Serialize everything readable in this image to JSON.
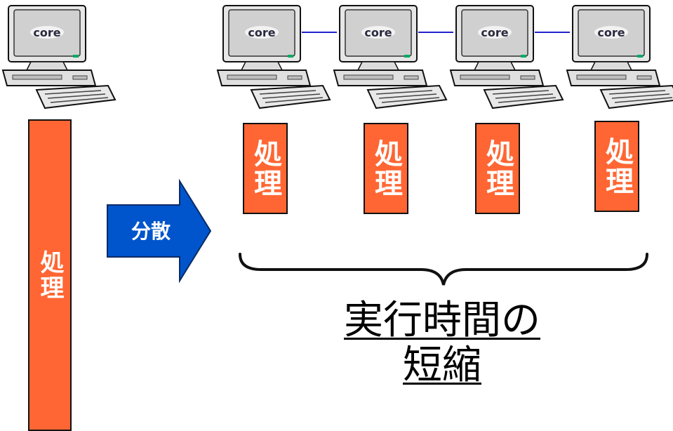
{
  "computer": {
    "logo": "core",
    "icon": "desktop-computer-icon"
  },
  "single": {
    "process_label": "処理"
  },
  "arrow": {
    "label": "分散",
    "color": "#0055cc",
    "icon": "right-arrow-icon"
  },
  "distributed": {
    "process_labels": [
      "処理",
      "処理",
      "処理",
      "処理"
    ]
  },
  "result": {
    "line1": "実行時間の",
    "line2": "短縮"
  },
  "colors": {
    "process": "#ff6633",
    "arrow": "#0055cc",
    "network": "#2222cc"
  }
}
